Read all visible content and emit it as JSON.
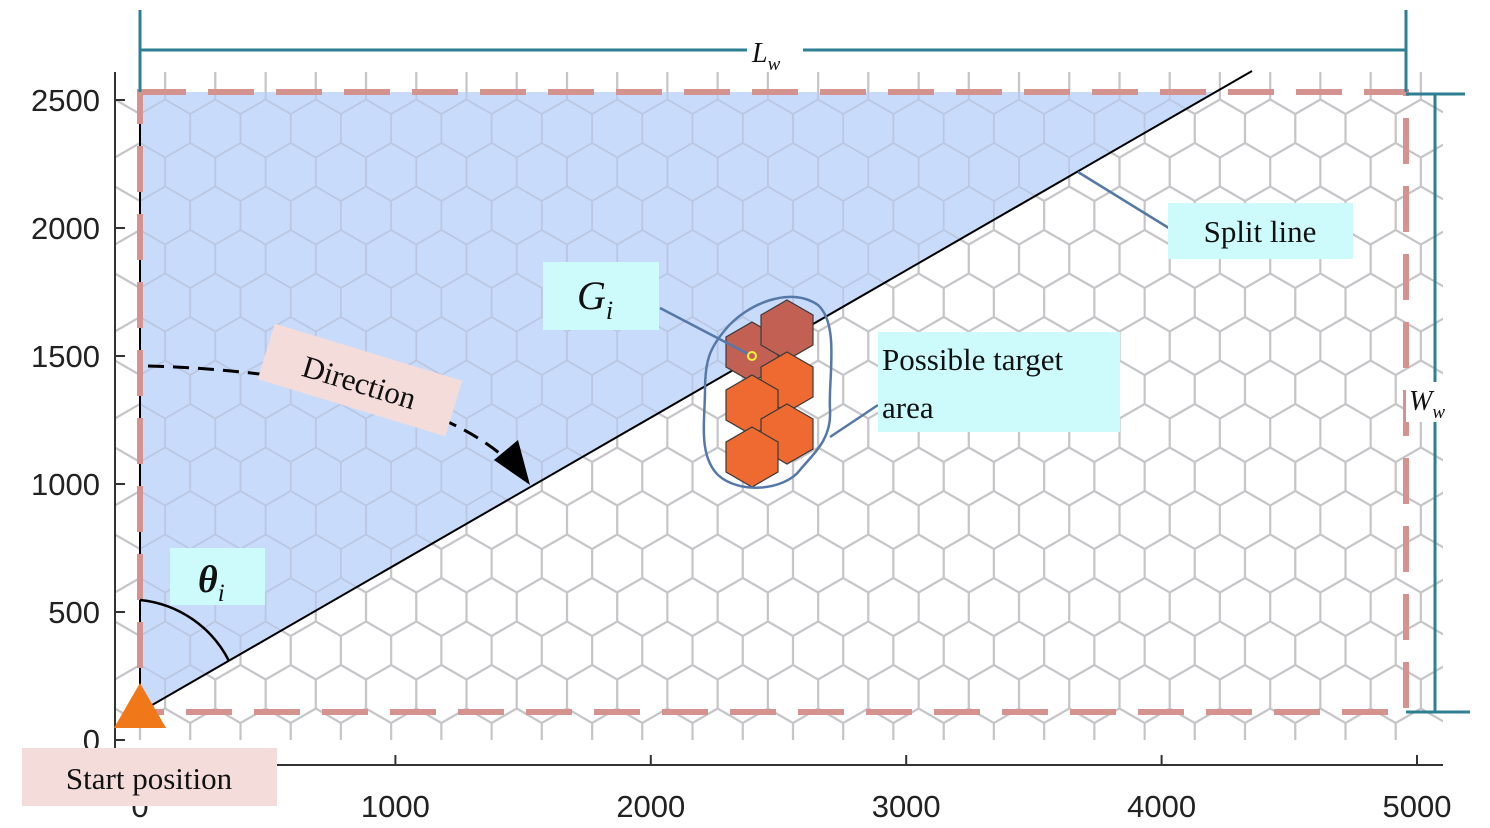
{
  "axes": {
    "x_ticks": [
      0,
      1000,
      2000,
      3000,
      4000,
      5000
    ],
    "y_ticks": [
      0,
      500,
      1000,
      1500,
      2000,
      2500
    ]
  },
  "labels": {
    "start_position": "Start position",
    "direction": "Direction",
    "split_line": "Split line",
    "possible_target_line1": "Possible target",
    "possible_target_line2": "area",
    "theta": "θ",
    "theta_sub": "i",
    "g": "G",
    "g_sub": "i",
    "lw": "L",
    "lw_sub": "w",
    "ww": "W",
    "ww_sub": "w"
  },
  "colors": {
    "hex_grid": "#d3d3d3",
    "shaded_region": "#c3d7fb",
    "boundary_dash": "#d4938f",
    "dimension_line": "#2f7f93",
    "target_cell": "#ee6a30",
    "target_cell_above": "#c26153",
    "callout_line": "#5578a8",
    "label_box_cyan": "#cdfbfb",
    "label_box_pink": "#f4dcda",
    "start_marker": "#f07818"
  }
}
